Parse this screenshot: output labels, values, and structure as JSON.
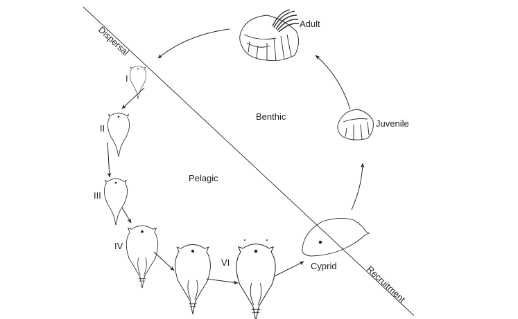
{
  "title": "Barnacle life cycle",
  "zones": {
    "dispersal": "Dispersal",
    "recruitment": "Recruitment",
    "benthic": "Benthic",
    "pelagic": "Pelagic"
  },
  "stages": {
    "I": "I",
    "II": "II",
    "III": "III",
    "IV": "IV",
    "VI": "VI",
    "cyprid": "Cyprid",
    "juvenile": "Juvenile",
    "adult": "Adult"
  },
  "colors": {
    "ink": "#222222",
    "background": "#ffffff"
  }
}
